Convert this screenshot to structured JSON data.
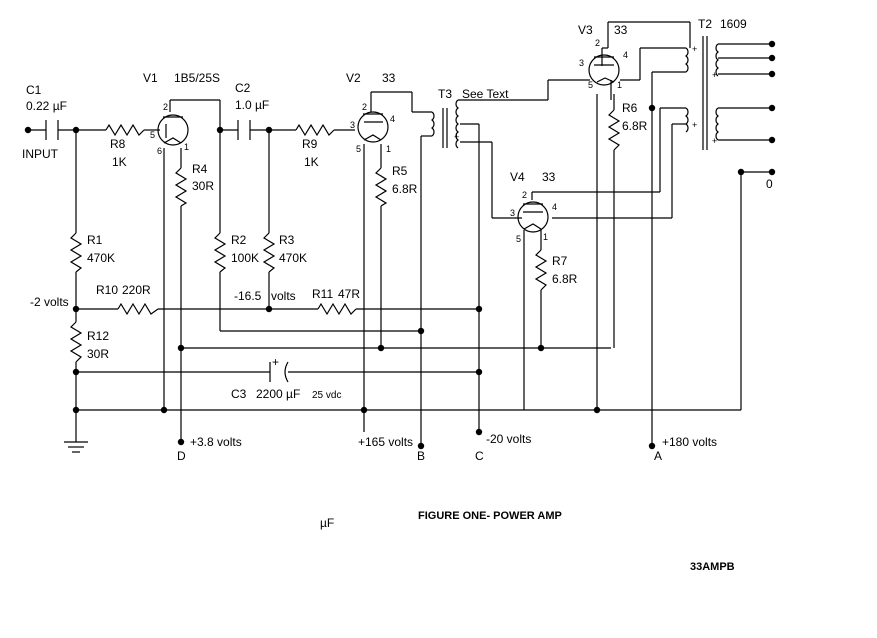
{
  "title": "FIGURE ONE- POWER AMP",
  "code": "33AMPB",
  "stray_text": "µF",
  "components": {
    "c1": {
      "name": "C1",
      "value": "0.22 µF"
    },
    "input": "INPUT",
    "r8": {
      "name": "R8",
      "value": "1K"
    },
    "v1": {
      "name": "V1",
      "type": "1B5/25S"
    },
    "c2": {
      "name": "C2",
      "value": "1.0 µF"
    },
    "r9": {
      "name": "R9",
      "value": "1K"
    },
    "v2": {
      "name": "V2",
      "type": "33"
    },
    "t3": {
      "name": "T3",
      "note": "See Text"
    },
    "v3": {
      "name": "V3",
      "type": "33"
    },
    "t2": {
      "name": "T2",
      "type": "1609"
    },
    "v4": {
      "name": "V4",
      "type": "33"
    },
    "r4": {
      "name": "R4",
      "value": "30R"
    },
    "r5": {
      "name": "R5",
      "value": "6.8R"
    },
    "r6": {
      "name": "R6",
      "value": "6.8R"
    },
    "r7": {
      "name": "R7",
      "value": "6.8R"
    },
    "r1": {
      "name": "R1",
      "value": "470K"
    },
    "r2": {
      "name": "R2",
      "value": "100K"
    },
    "r3": {
      "name": "R3",
      "value": "470K"
    },
    "r10": {
      "name": "R10",
      "value": "220R"
    },
    "r11": {
      "name": "R11",
      "value": "47R"
    },
    "r12": {
      "name": "R12",
      "value": "30R"
    },
    "c3": {
      "name": "C3",
      "value": "2200 µF",
      "rating": "25 vdc"
    }
  },
  "voltages": {
    "bias1": "-2 volts",
    "bias2": "-16.5",
    "bias2_unit": "volts",
    "d": "+3.8 volts",
    "b": "+165 volts",
    "c": "-20 volts",
    "a": "+180 volts"
  },
  "terminals": {
    "a": "A",
    "b": "B",
    "c": "C",
    "d": "D",
    "zero": "0"
  },
  "pins": {
    "p1": "1",
    "p2": "2",
    "p3": "3",
    "p4": "4",
    "p5": "5",
    "p6": "6"
  },
  "polarity": {
    "plus": "+"
  }
}
